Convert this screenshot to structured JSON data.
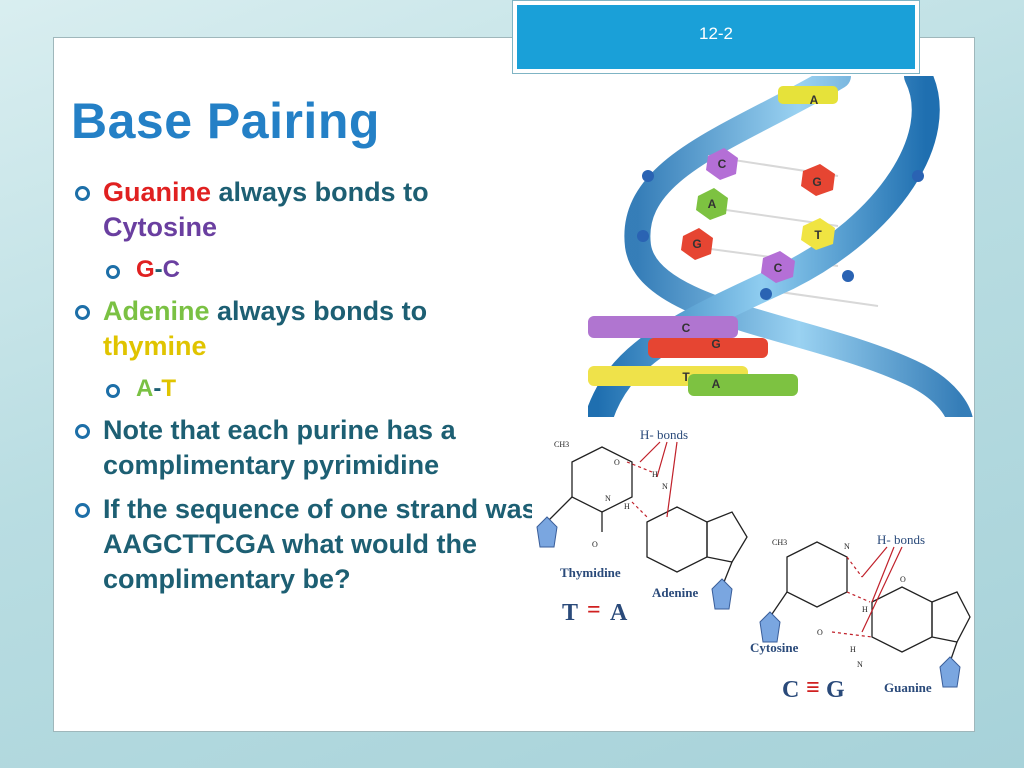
{
  "slide_number": "12-2",
  "title": "Base Pairing",
  "bullets": [
    {
      "b1": "Guanine",
      "b2": " always bonds to ",
      "b3": "Cytosine"
    },
    {
      "sub1": "G",
      "sub2": "-",
      "sub3": "C"
    },
    {
      "b1": "Adenine",
      "b2": " always bonds to ",
      "b3": "thymine"
    },
    {
      "sub1": "A",
      "sub2": "-",
      "sub3": "T"
    },
    {
      "text": "Note that each purine has a complimentary pyrimidine"
    },
    {
      "text": "If the sequence of one strand was AAGCTTCGA what would the complimentary be?"
    }
  ],
  "helix": {
    "labels": [
      "A",
      "C",
      "G",
      "A",
      "G",
      "T",
      "C",
      "C",
      "G",
      "T",
      "A"
    ]
  },
  "chemistry": {
    "hbonds_label": "H- bonds",
    "hbonds_label2": "H- bonds",
    "thymidine": "Thymidine",
    "adenine": "Adenine",
    "cytosine": "Cytosine",
    "guanine": "Guanine",
    "ta_pair_t": "T",
    "ta_pair_sym": "=",
    "ta_pair_a": "A",
    "cg_pair_c": "C",
    "cg_pair_sym": "≡",
    "cg_pair_g": "G",
    "atoms": {
      "ch3": "CH3",
      "n": "N",
      "o": "O",
      "h": "H"
    }
  },
  "colors": {
    "title": "#2480c6",
    "body": "#1d5f73",
    "guanine": "#e02020",
    "cytosine": "#6a3fa0",
    "adenine": "#7ac143",
    "thymine": "#e0c400",
    "accent_bar": "#1aa0d8"
  }
}
